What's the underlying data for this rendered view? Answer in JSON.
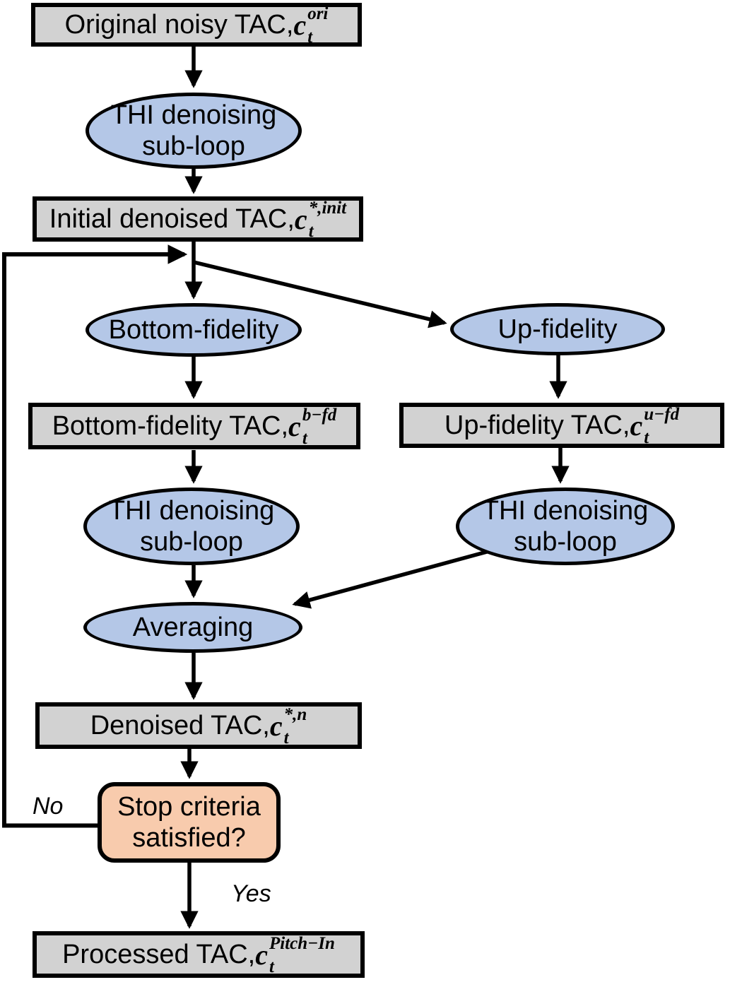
{
  "figure": {
    "type": "flowchart",
    "colors": {
      "process_box_fill": "#d2d2d2",
      "operation_ellipse_fill": "#b4c7e7",
      "decision_fill": "#f8cbad",
      "stroke": "#000000"
    },
    "nodes": {
      "original": {
        "prefix": "Original noisy TAC, ",
        "base": "c",
        "sub": "t",
        "sup": "ori"
      },
      "thi1": {
        "line1": "THI denoising",
        "line2": "sub-loop"
      },
      "initial": {
        "prefix": "Initial denoised TAC,",
        "base": "c",
        "sub": "t",
        "sup": "*,init"
      },
      "bottom_fidelity": {
        "label": "Bottom-fidelity"
      },
      "up_fidelity": {
        "label": "Up-fidelity"
      },
      "bottom_fidelity_tac": {
        "prefix": "Bottom-fidelity TAC,",
        "base": "c",
        "sub": "t",
        "sup": "b−fd"
      },
      "up_fidelity_tac": {
        "prefix": "Up-fidelity TAC,",
        "base": "c",
        "sub": "t",
        "sup": "u−fd"
      },
      "thi_left": {
        "line1": "THI denoising",
        "line2": "sub-loop"
      },
      "thi_right": {
        "line1": "THI denoising",
        "line2": "sub-loop"
      },
      "averaging": {
        "label": "Averaging"
      },
      "denoised": {
        "prefix": "Denoised TAC,",
        "base": "c",
        "sub": "t",
        "sup": "*,n"
      },
      "stop": {
        "line1": "Stop criteria",
        "line2": "satisfied?"
      },
      "processed": {
        "prefix": "Processed TAC,",
        "base": "c",
        "sub": "t",
        "sup": "Pitch−In"
      }
    },
    "edge_labels": {
      "no": "No",
      "yes": "Yes"
    }
  }
}
